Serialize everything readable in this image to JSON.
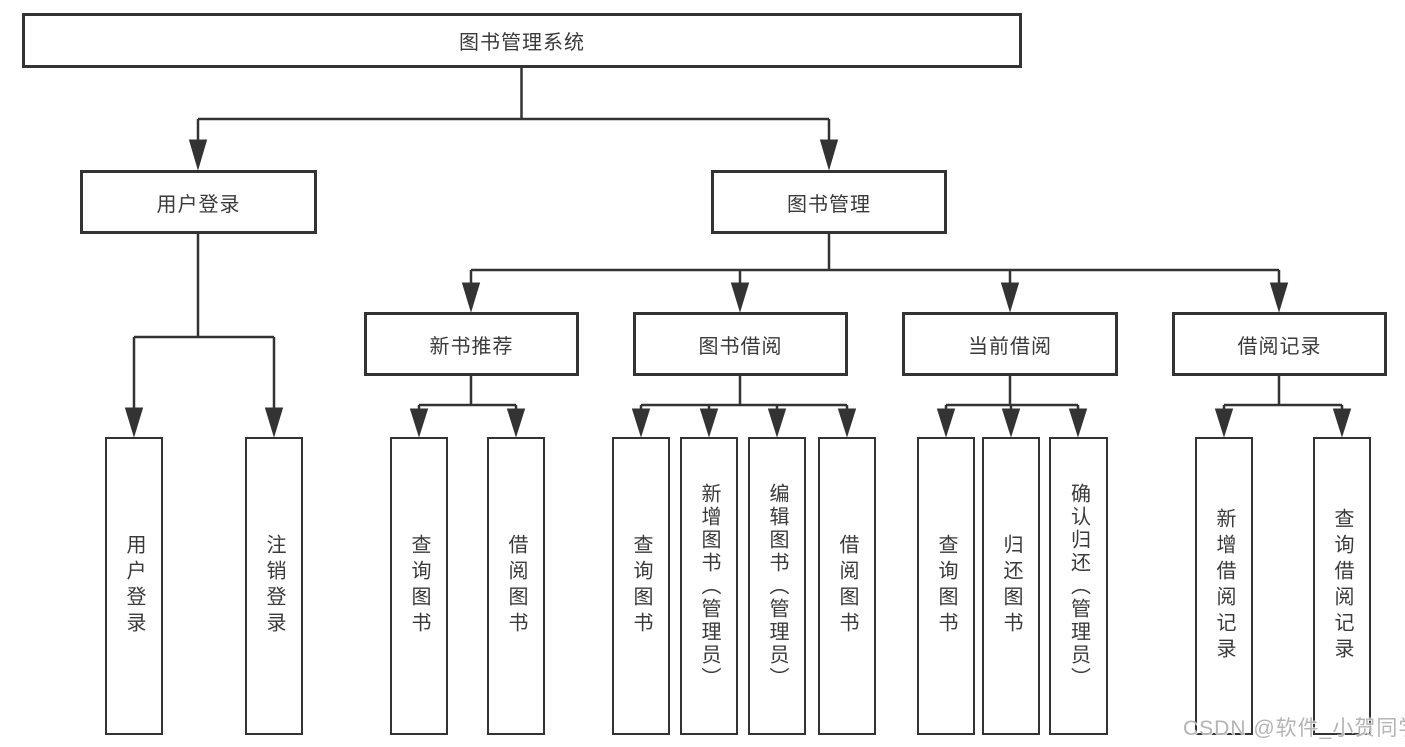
{
  "tree": {
    "root": {
      "label": "图书管理系统"
    },
    "user_login": {
      "label": "用户登录",
      "children": [
        "用户登录",
        "注销登录"
      ]
    },
    "book_management": {
      "label": "图书管理",
      "children": [
        {
          "label": "新书推荐",
          "children": [
            "查询图书",
            "借阅图书"
          ]
        },
        {
          "label": "图书借阅",
          "children": [
            "查询图书",
            "新增图书（管理员）",
            "编辑图书（管理员）",
            "借阅图书"
          ]
        },
        {
          "label": "当前借阅",
          "children": [
            "查询图书",
            "归还图书",
            "确认归还（管理员）"
          ]
        },
        {
          "label": "借阅记录",
          "children": [
            "新增借阅记录",
            "查询借阅记录"
          ]
        }
      ]
    }
  },
  "watermark": "CSDN @软件_小贺同学",
  "colors": {
    "line": "#333333",
    "text": "#3a3a3a",
    "watermark": "#b4b4b4",
    "background": "#ffffff"
  }
}
